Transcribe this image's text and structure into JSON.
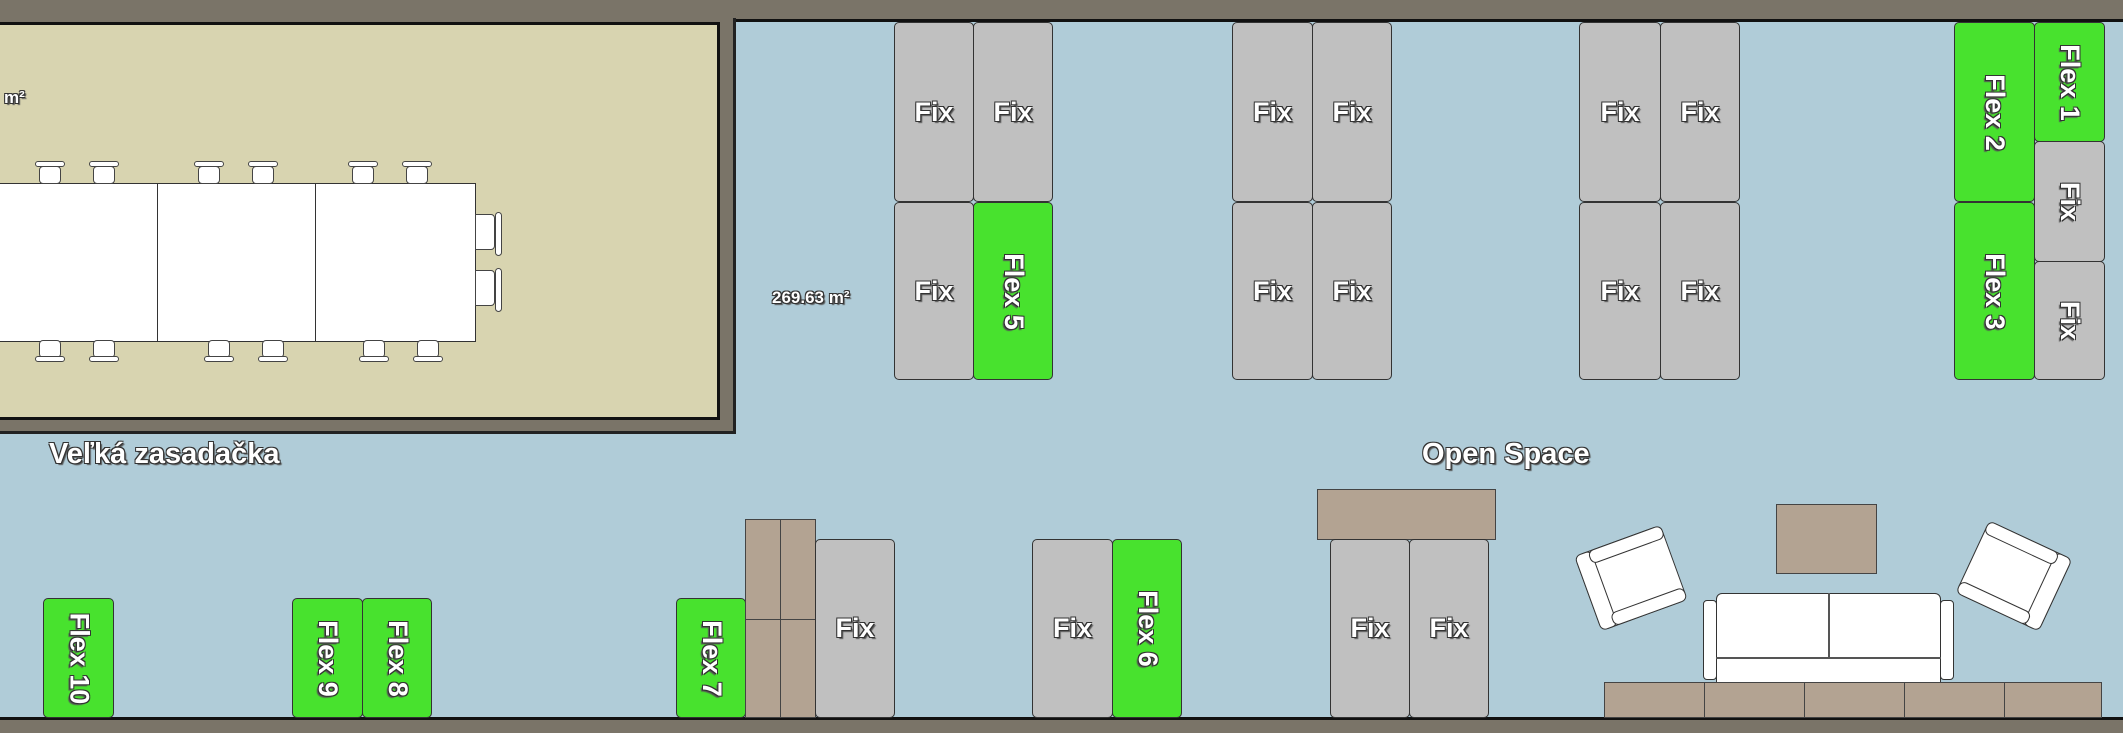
{
  "rooms": {
    "conference": {
      "name": "Veľká zasadačka",
      "area": "m²"
    },
    "open_space": {
      "name": "Open Space",
      "area": "269.63 m²"
    }
  },
  "desks": {
    "fix": "Fix",
    "flex1": "Flex 1",
    "flex2": "Flex 2",
    "flex3": "Flex 3",
    "flex5": "Flex 5",
    "flex6": "Flex 6",
    "flex7": "Flex 7",
    "flex8": "Flex 8",
    "flex9": "Flex 9",
    "flex10": "Flex 10"
  },
  "colors": {
    "fix": "#c0c0c0",
    "flex": "#48e22e",
    "wall": "#7a7468",
    "conference_floor": "#d8d4b0",
    "open_floor": "#b0ccd8",
    "furniture": "#b3a392"
  }
}
